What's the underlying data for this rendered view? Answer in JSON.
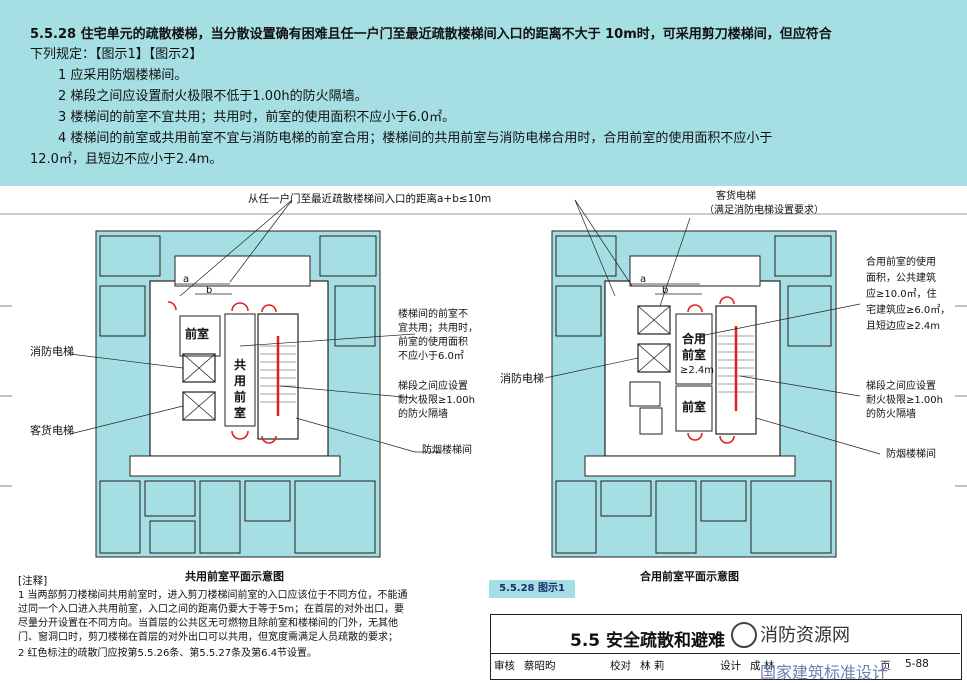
{
  "header": {
    "lines": [
      "5.5.28  住宅单元的疏散楼梯，当分散设置确有困难且任一户门至最近疏散楼梯间入口的距离不大于 10m时，可采用剪刀楼梯间，但应符合",
      "下列规定：【图示1】【图示2】",
      "1  应采用防烟楼梯间。",
      "2  梯段之间应设置耐火极限不低于1.00h的防火隔墙。",
      "3  楼梯间的前室不宜共用；共用时，前室的使用面积不应小于6.0㎡。",
      "4  楼梯间的前室或共用前室不宜与消防电梯的前室合用；楼梯间的共用前室与消防电梯合用时，合用前室的使用面积不应小于",
      "12.0㎡，且短边不应小于2.4m。"
    ]
  },
  "left_plan": {
    "top_note": "从任一户门至最近疏散楼梯间入口的距离a+b≤10m",
    "dim_a": "a",
    "dim_b": "b",
    "room_front": "前室",
    "room_shared_1": "共",
    "room_shared_2": "用",
    "room_shared_3": "前",
    "room_shared_4": "室",
    "label_fire_elevator": "消防电梯",
    "label_freight_elevator": "客货电梯",
    "note_shared_1": "楼梯间的前室不",
    "note_shared_2": "宜共用；共用时，",
    "note_shared_3": "前室的使用面积",
    "note_shared_4": "不应小于6.0㎡",
    "note_wall_1": "梯段之间应设置",
    "note_wall_2": "耐火极限≥1.00h",
    "note_wall_3": "的防火隔墙",
    "note_smoke": "防烟楼梯间",
    "caption": "共用前室平面示意图"
  },
  "right_plan": {
    "label_freight_1": "客货电梯",
    "label_freight_2": "（满足消防电梯设置要求）",
    "dim_a": "a",
    "dim_b": "b",
    "room_combined_1": "合用",
    "room_combined_2": "前室",
    "room_combined_3": "≥2.4m",
    "room_front": "前室",
    "label_fire_elevator": "消防电梯",
    "note_area_1": "合用前室的使用",
    "note_area_2": "面积，公共建筑",
    "note_area_3": "应≥10.0㎡，住",
    "note_area_4": "宅建筑应≥6.0㎡，",
    "note_area_5": "且短边应≥2.4m",
    "note_wall_1": "梯段之间应设置",
    "note_wall_2": "耐火极限≥1.00h",
    "note_wall_3": "的防火隔墙",
    "note_smoke": "防烟楼梯间",
    "caption": "合用前室平面示意图"
  },
  "figure_tag": "5.5.28 图示1",
  "notes": {
    "heading": "[注释]",
    "lines": [
      "1   当两部剪刀楼梯间共用前室时，进入剪刀楼梯间前室的入口应该位于不同方位，不能通",
      "     过同一个入口进入共用前室，入口之间的距离仍要大于等于5m；在首层的对外出口，要",
      "     尽量分开设置在不同方向。当首层的公共区无可燃物且除前室和楼梯间的门外，无其他",
      "     门、窗洞口时，剪刀楼梯在首层的对外出口可以共用，但宽度需满足人员疏散的要求；",
      "2   红色标注的疏散门应按第5.5.26条、第5.5.27条及第6.4节设置。"
    ]
  },
  "title_block": {
    "title": "5.5  安全疏散和避难",
    "review_label": "审核",
    "reviewer": "蔡昭昀",
    "check_label": "校对",
    "checker": "林 莉",
    "design_label": "设计",
    "designer": "成 林",
    "page_label": "页",
    "page_no": "5-88",
    "watermark": "消防资源网",
    "watermark2": "国家建筑标准设计"
  },
  "colors": {
    "header_bg": "#a6dfe3",
    "plan_fill": "#a6dfe3",
    "red_door": "#e02020",
    "line": "#1a1a1a"
  }
}
